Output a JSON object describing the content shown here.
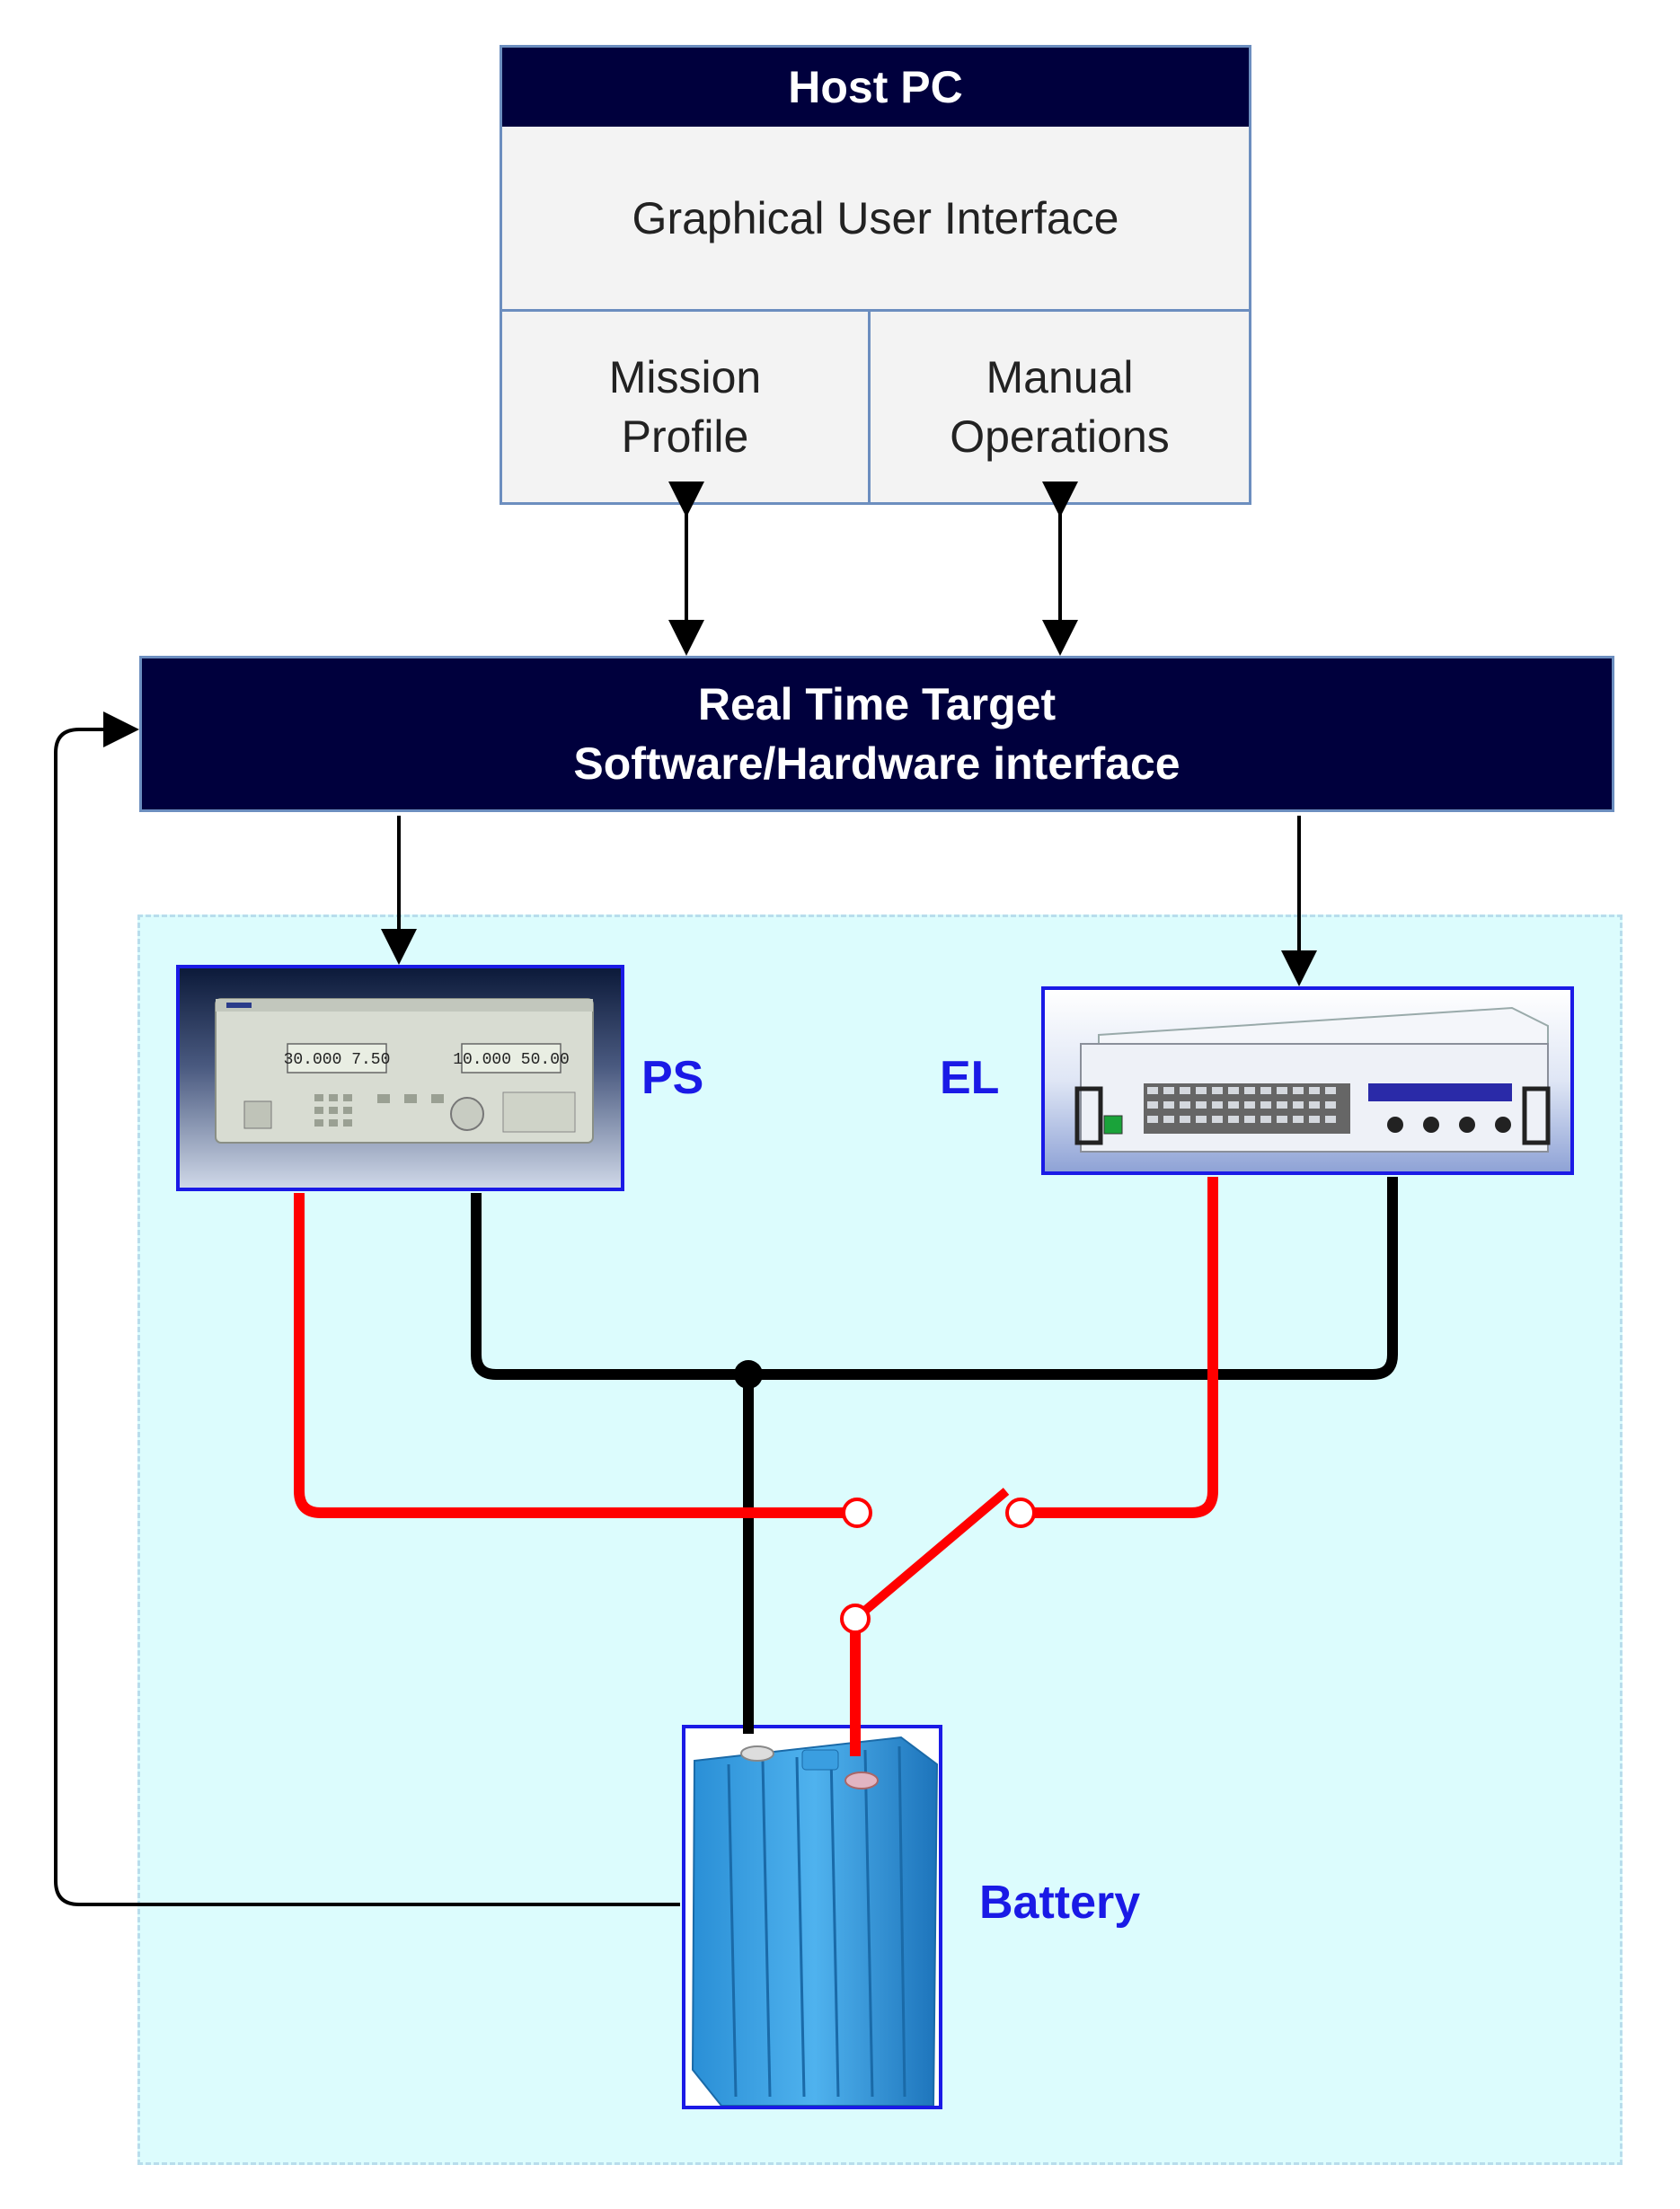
{
  "host_pc": {
    "title": "Host PC",
    "gui": "Graphical User Interface",
    "mission_profile": [
      "Mission",
      "Profile"
    ],
    "manual_operations": [
      "Manual",
      "Operations"
    ]
  },
  "real_time_target": {
    "line1": "Real Time Target",
    "line2": "Software/Hardware interface"
  },
  "labels": {
    "ps": "PS",
    "el": "EL",
    "battery": "Battery"
  },
  "instruments": {
    "ps_display_left": "30.000  7.50",
    "ps_display_right": "10.000  50.00"
  },
  "colors": {
    "navy": "#00003d",
    "box_border": "#6c8ebf",
    "label_blue": "#1a1ae6",
    "wire_red": "#ff0000",
    "wire_black": "#000000",
    "bench_bg": "#dcfcfd"
  }
}
